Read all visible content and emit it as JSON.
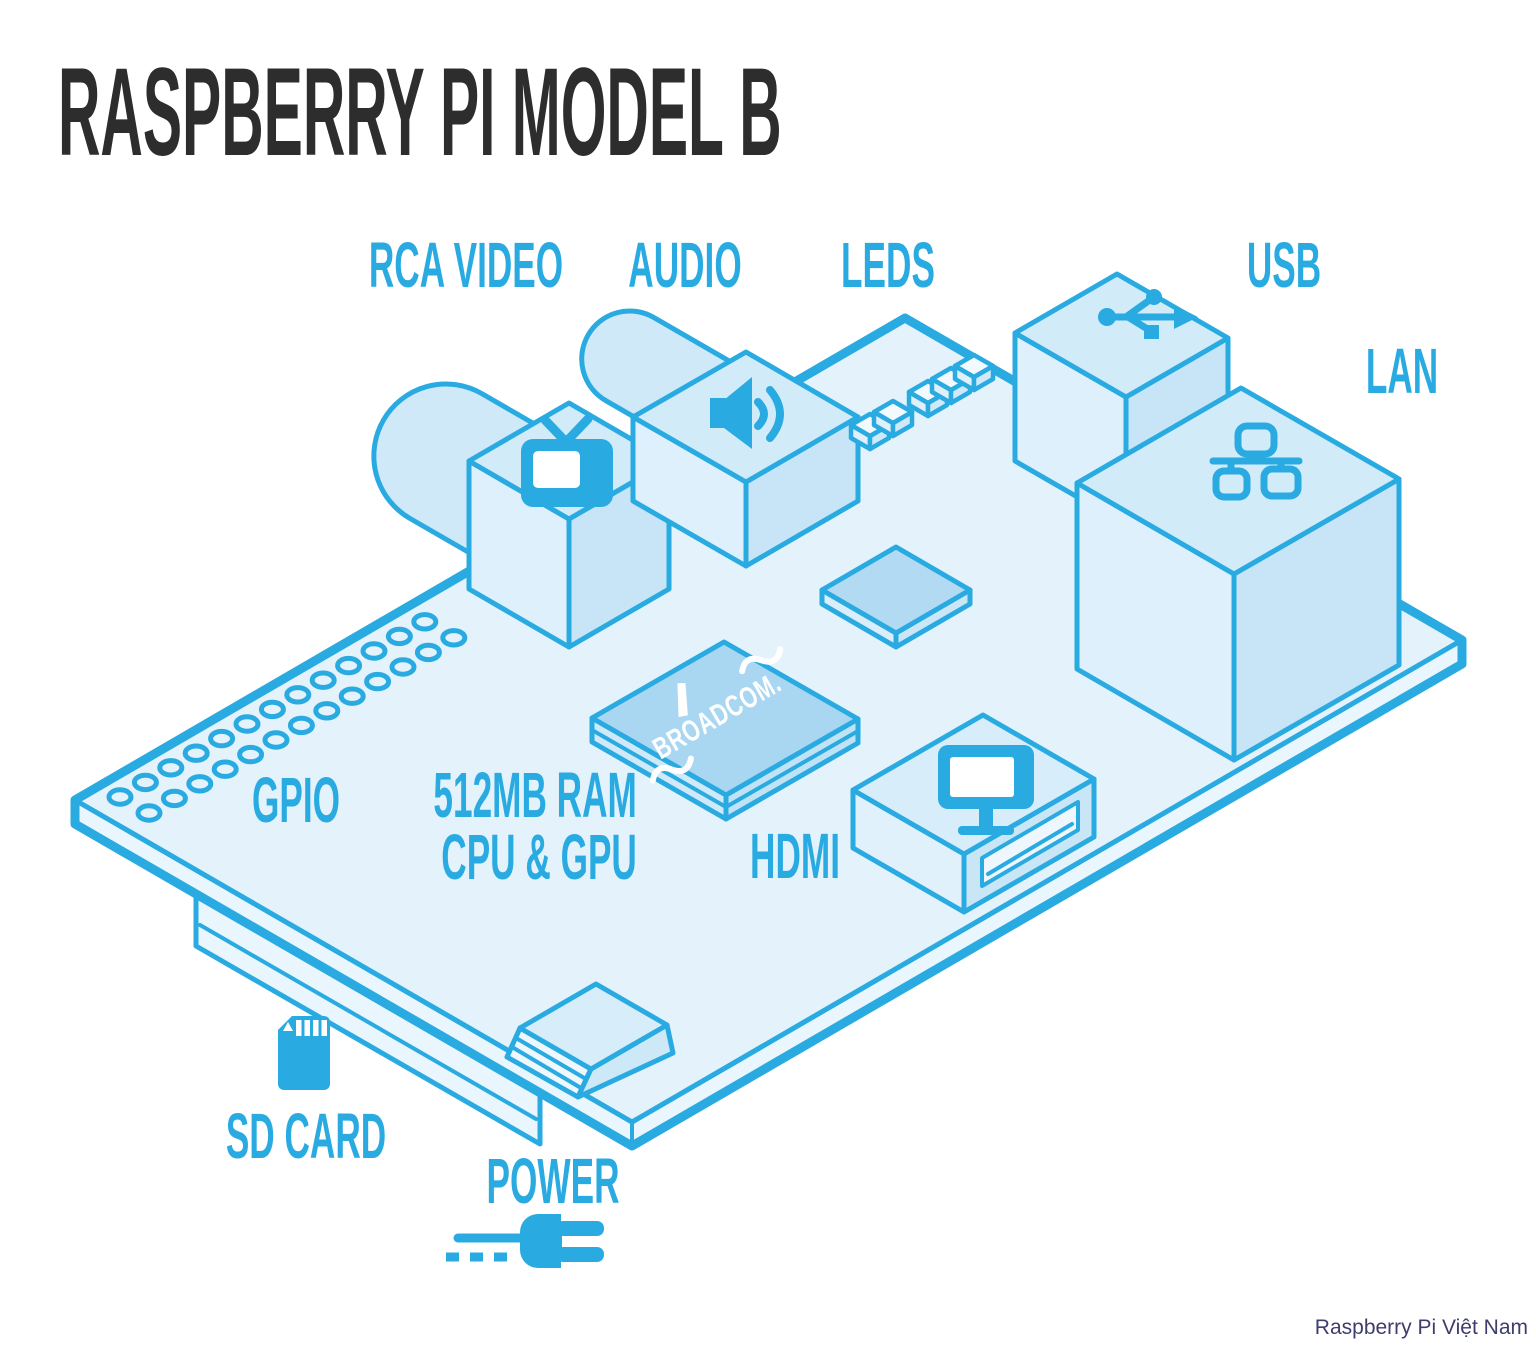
{
  "title": "RASPBERRY PI MODEL B",
  "footer": "Raspberry Pi Việt Nam",
  "labels": {
    "rca_video": "RCA VIDEO",
    "audio": "AUDIO",
    "leds": "LEDS",
    "usb": "USB",
    "lan": "LAN",
    "gpio": "GPIO",
    "memory_line1": "512MB RAM",
    "memory_line2": "CPU & GPU",
    "hdmi": "HDMI",
    "sd_card": "SD CARD",
    "power": "POWER"
  },
  "chip": {
    "brand": "BROADCOM."
  },
  "colors": {
    "accent": "#29abe2",
    "board_fill": "#e4f2fb",
    "board_edge_fill": "#eaf6fd",
    "face_light": "#def0fb",
    "face_mid": "#d2ebf9",
    "face_dark": "#c7e5f6",
    "chip_top": "#a9d7f2",
    "title_text": "#2d2d2d",
    "footer_text": "#3f3d6e",
    "icon_inner": "#ffffff"
  },
  "icons": [
    "tv-icon",
    "speaker-icon",
    "usb-trident-icon",
    "ethernet-icon",
    "monitor-icon",
    "sd-card-icon",
    "power-plug-icon",
    "broadcom-logo"
  ]
}
